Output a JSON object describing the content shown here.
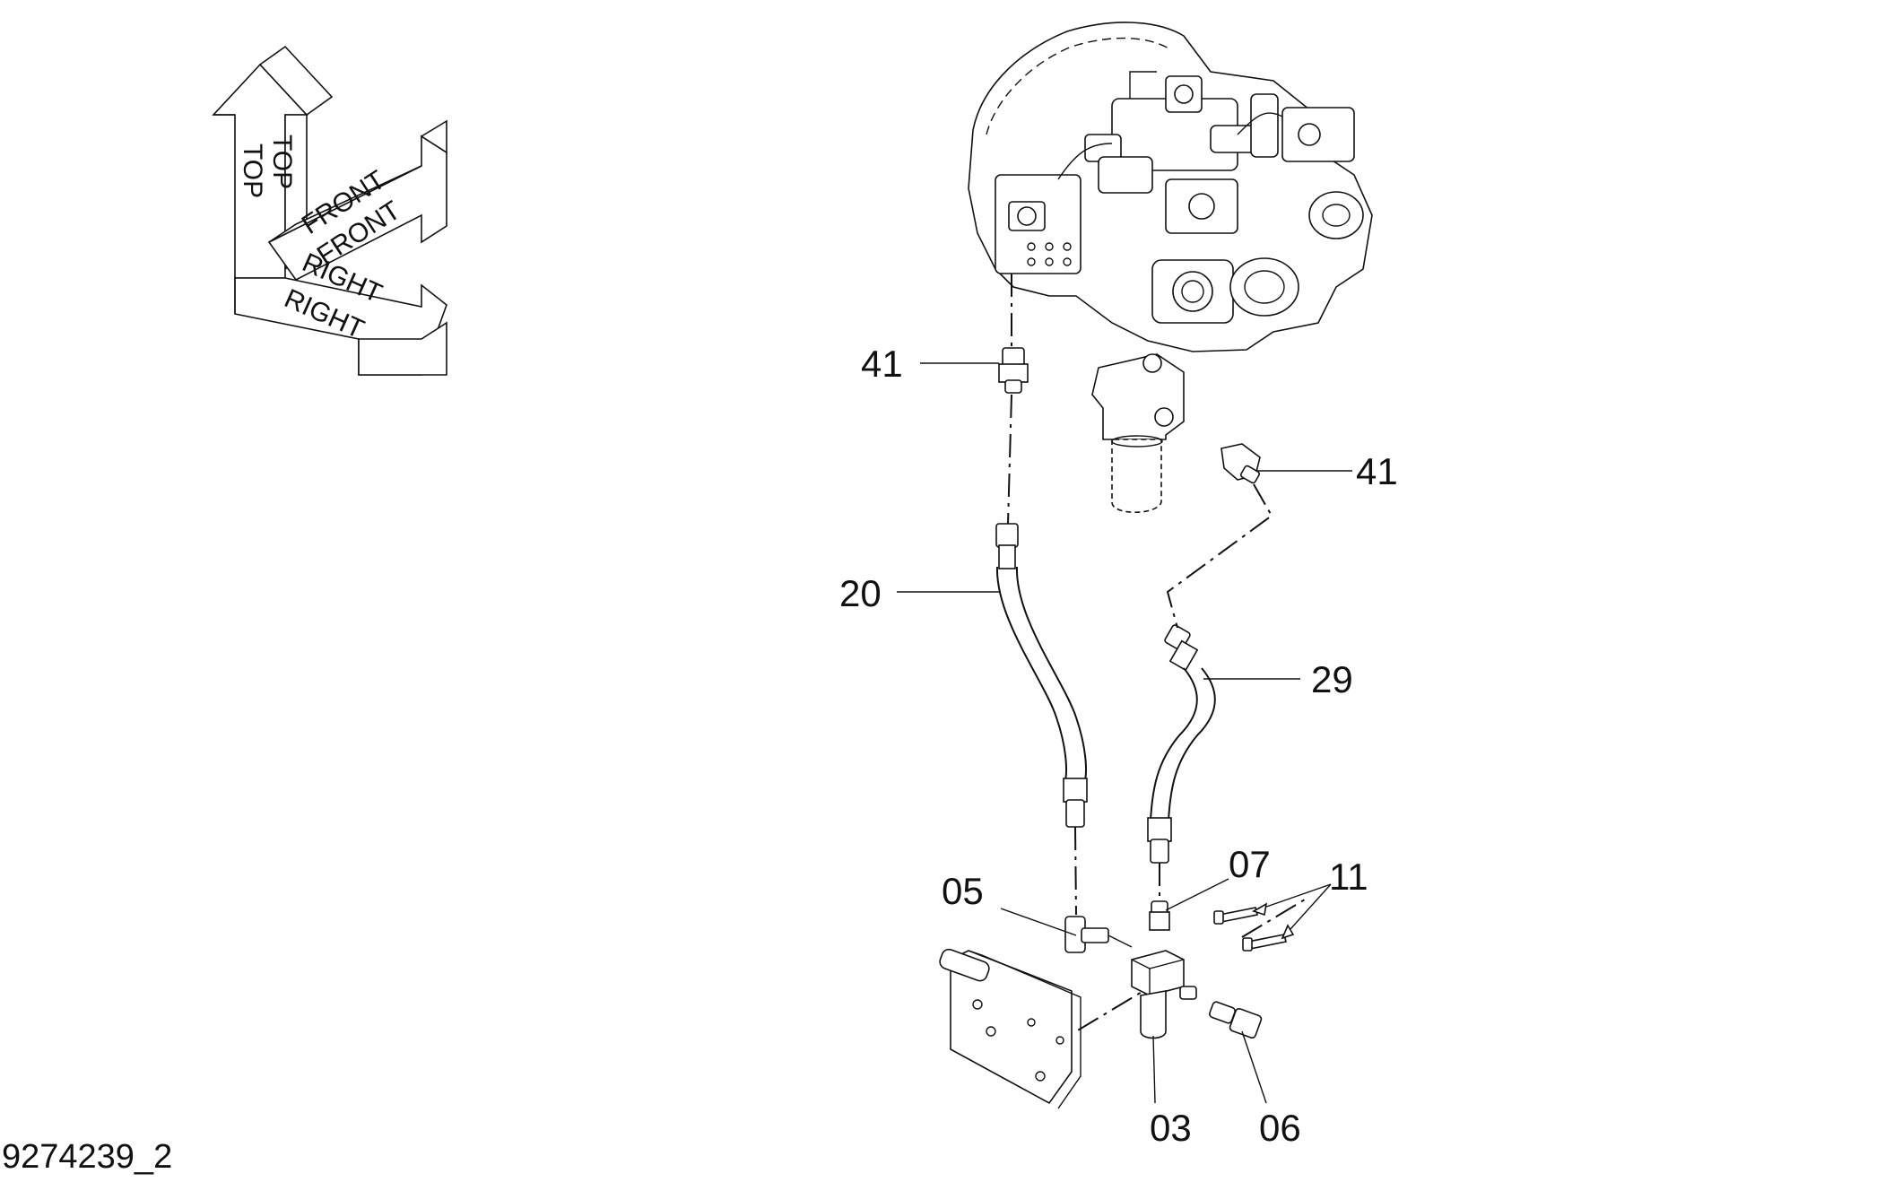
{
  "orientation": {
    "top_labels": [
      "TOP",
      "TOP"
    ],
    "front_labels": [
      "FRONT",
      "FRONT"
    ],
    "right_labels": [
      "RIGHT",
      "RIGHT"
    ]
  },
  "callouts": {
    "p41_upper": "41",
    "p41_right": "41",
    "p20": "20",
    "p29": "29",
    "p05": "05",
    "p07": "07",
    "p11": "11",
    "p03": "03",
    "p06": "06"
  },
  "drawing_id": "9274239_2"
}
